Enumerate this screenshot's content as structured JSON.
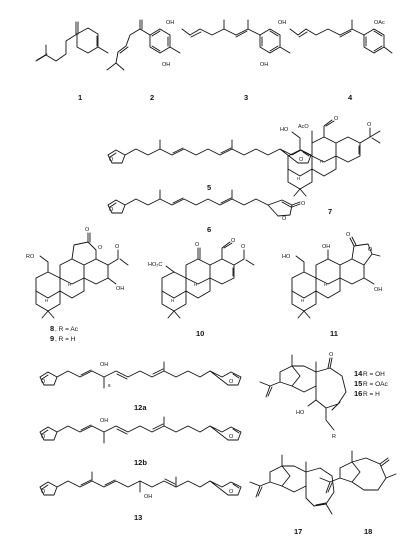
{
  "figure": {
    "compounds": [
      {
        "id": "c1",
        "label": "1"
      },
      {
        "id": "c2",
        "label": "2"
      },
      {
        "id": "c3",
        "label": "3"
      },
      {
        "id": "c4",
        "label": "4"
      },
      {
        "id": "c5",
        "label": "5"
      },
      {
        "id": "c6",
        "label": "6"
      },
      {
        "id": "c7",
        "label": "7"
      },
      {
        "id": "c8",
        "label": "8"
      },
      {
        "id": "c9",
        "label": "9"
      },
      {
        "id": "c10",
        "label": "10"
      },
      {
        "id": "c11",
        "label": "11"
      },
      {
        "id": "c12a",
        "label": "12a"
      },
      {
        "id": "c12b",
        "label": "12b"
      },
      {
        "id": "c13",
        "label": "13"
      },
      {
        "id": "c14",
        "label": "14"
      },
      {
        "id": "c15",
        "label": "15"
      },
      {
        "id": "c16",
        "label": "16"
      },
      {
        "id": "c17",
        "label": "17"
      },
      {
        "id": "c18",
        "label": "18"
      }
    ],
    "captions": {
      "c8": ", R = Ac",
      "c9": ", R = H",
      "c14": " R = OH",
      "c15": " R = OAc",
      "c16": " R = H"
    },
    "atoms": {
      "oh": "OH",
      "oac": "OAc",
      "aco": "AcO",
      "ho": "HO",
      "o": "O",
      "h": "H",
      "ro": "RO",
      "r": "R",
      "ho2c": "HO₂C",
      "locant8": "8"
    }
  }
}
